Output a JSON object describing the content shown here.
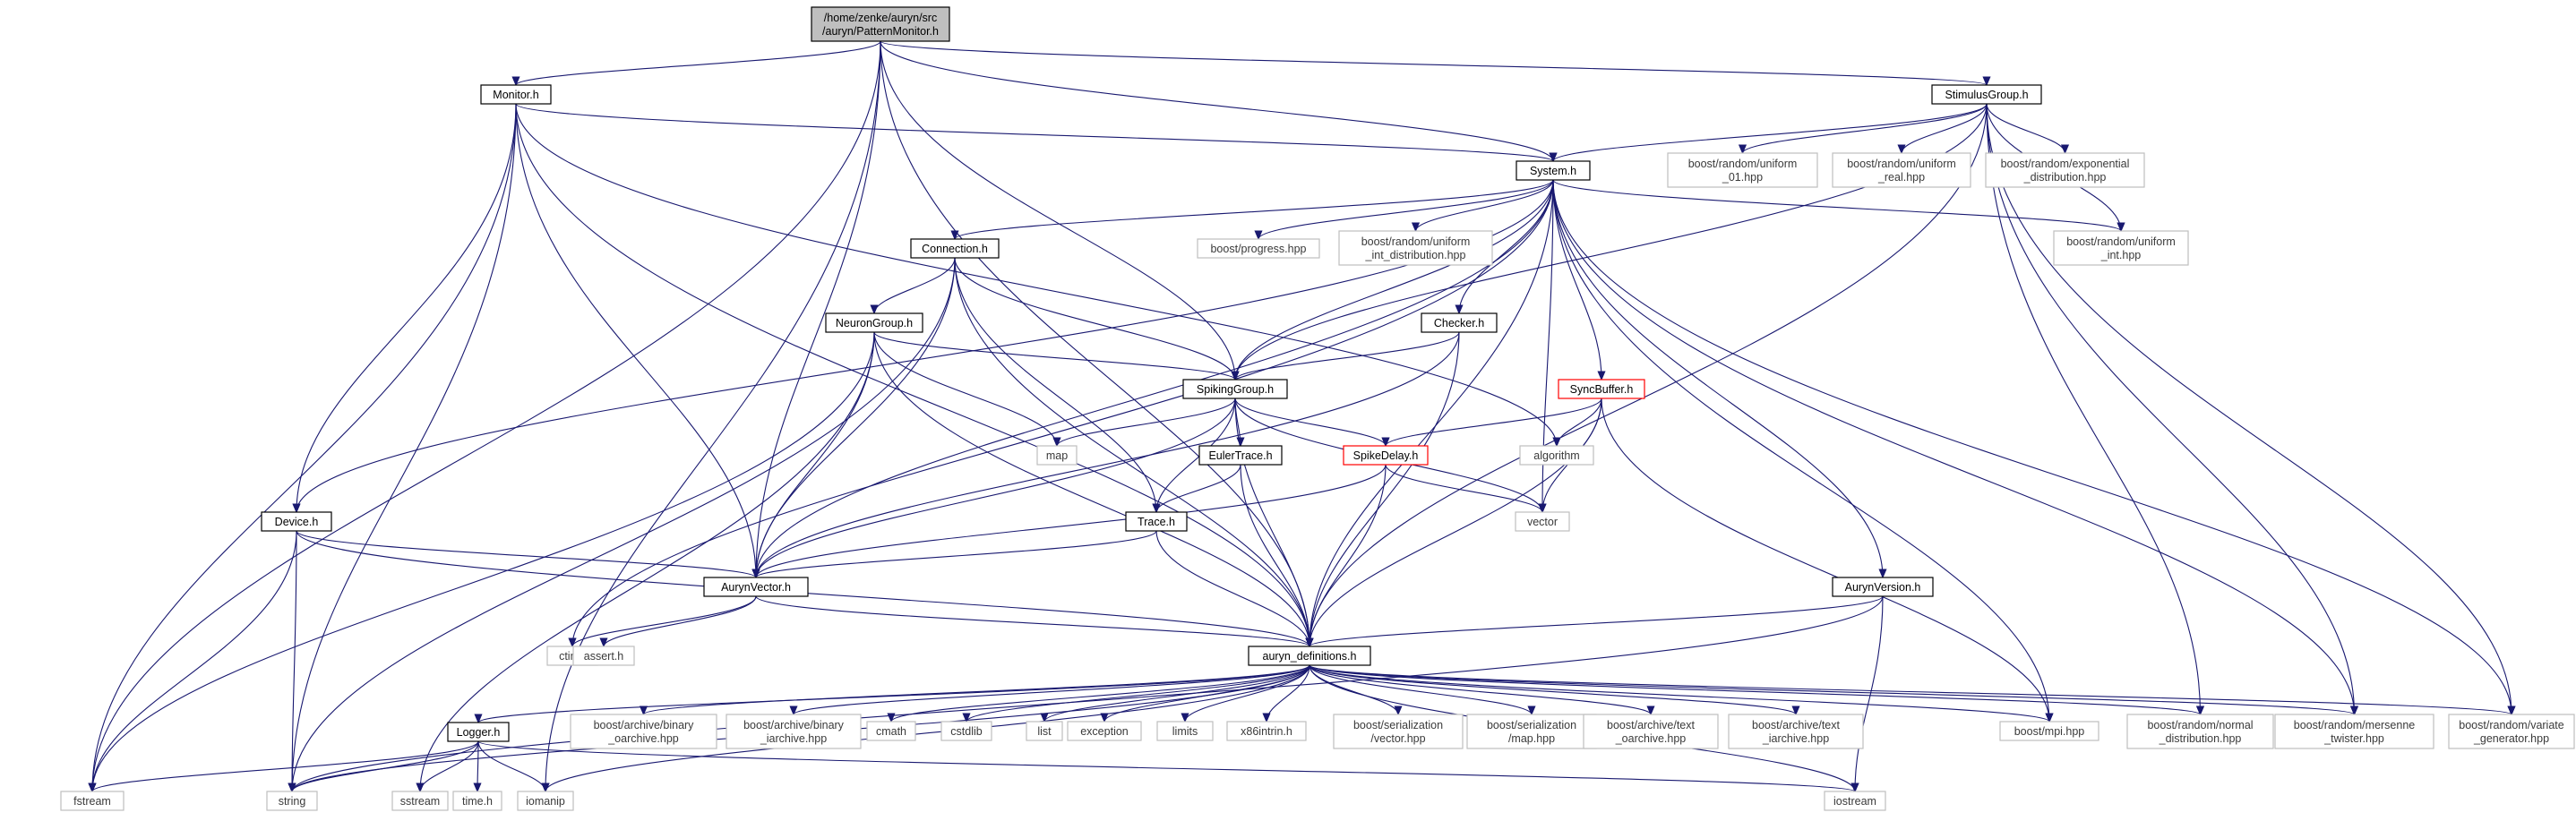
{
  "nodes": [
    {
      "id": "root",
      "label": "/home/zenke/auryn/src\n/auryn/PatternMonitor.h",
      "kind": "root"
    },
    {
      "id": "monitor",
      "label": "Monitor.h",
      "kind": "doc"
    },
    {
      "id": "stimgroup",
      "label": "StimulusGroup.h",
      "kind": "doc"
    },
    {
      "id": "system",
      "label": "System.h",
      "kind": "doc"
    },
    {
      "id": "connection",
      "label": "Connection.h",
      "kind": "doc"
    },
    {
      "id": "neurongroup",
      "label": "NeuronGroup.h",
      "kind": "doc"
    },
    {
      "id": "checker",
      "label": "Checker.h",
      "kind": "doc"
    },
    {
      "id": "spikinggroup",
      "label": "SpikingGroup.h",
      "kind": "doc"
    },
    {
      "id": "synbuffer",
      "label": "SyncBuffer.h",
      "kind": "trunc"
    },
    {
      "id": "eulertrace",
      "label": "EulerTrace.h",
      "kind": "doc"
    },
    {
      "id": "spikedelay",
      "label": "SpikeDelay.h",
      "kind": "trunc"
    },
    {
      "id": "trace",
      "label": "Trace.h",
      "kind": "doc"
    },
    {
      "id": "device",
      "label": "Device.h",
      "kind": "doc"
    },
    {
      "id": "aurynvector",
      "label": "AurynVector.h",
      "kind": "doc"
    },
    {
      "id": "aurynversion",
      "label": "AurynVersion.h",
      "kind": "doc"
    },
    {
      "id": "defs",
      "label": "auryn_definitions.h",
      "kind": "doc"
    },
    {
      "id": "logger",
      "label": "Logger.h",
      "kind": "doc"
    },
    {
      "id": "uniform01",
      "label": "boost/random/uniform\n_01.hpp",
      "kind": "ext"
    },
    {
      "id": "uniformreal",
      "label": "boost/random/uniform\n_real.hpp",
      "kind": "ext"
    },
    {
      "id": "expdist",
      "label": "boost/random/exponential\n_distribution.hpp",
      "kind": "ext"
    },
    {
      "id": "progress",
      "label": "boost/progress.hpp",
      "kind": "ext"
    },
    {
      "id": "uniformintdist",
      "label": "boost/random/uniform\n_int_distribution.hpp",
      "kind": "ext"
    },
    {
      "id": "uniformint",
      "label": "boost/random/uniform\n_int.hpp",
      "kind": "ext"
    },
    {
      "id": "map",
      "label": "map",
      "kind": "ext"
    },
    {
      "id": "algorithm",
      "label": "algorithm",
      "kind": "ext"
    },
    {
      "id": "vector",
      "label": "vector",
      "kind": "ext"
    },
    {
      "id": "ctime",
      "label": "ctime",
      "kind": "ext"
    },
    {
      "id": "asserth",
      "label": "assert.h",
      "kind": "ext"
    },
    {
      "id": "binoarchive",
      "label": "boost/archive/binary\n_oarchive.hpp",
      "kind": "ext"
    },
    {
      "id": "biniarchive",
      "label": "boost/archive/binary\n_iarchive.hpp",
      "kind": "ext"
    },
    {
      "id": "cmath",
      "label": "cmath",
      "kind": "ext"
    },
    {
      "id": "cstdlib",
      "label": "cstdlib",
      "kind": "ext"
    },
    {
      "id": "list",
      "label": "list",
      "kind": "ext"
    },
    {
      "id": "exception",
      "label": "exception",
      "kind": "ext"
    },
    {
      "id": "limits",
      "label": "limits",
      "kind": "ext"
    },
    {
      "id": "x86intrin",
      "label": "x86intrin.h",
      "kind": "ext"
    },
    {
      "id": "serialvector",
      "label": "boost/serialization\n/vector.hpp",
      "kind": "ext"
    },
    {
      "id": "serialmap",
      "label": "boost/serialization\n/map.hpp",
      "kind": "ext"
    },
    {
      "id": "textoarchive",
      "label": "boost/archive/text\n_oarchive.hpp",
      "kind": "ext"
    },
    {
      "id": "textiarchive",
      "label": "boost/archive/text\n_iarchive.hpp",
      "kind": "ext"
    },
    {
      "id": "mpi",
      "label": "boost/mpi.hpp",
      "kind": "ext"
    },
    {
      "id": "normaldist",
      "label": "boost/random/normal\n_distribution.hpp",
      "kind": "ext"
    },
    {
      "id": "mersenne",
      "label": "boost/random/mersenne\n_twister.hpp",
      "kind": "ext"
    },
    {
      "id": "variategen",
      "label": "boost/random/variate\n_generator.hpp",
      "kind": "ext"
    },
    {
      "id": "fstream",
      "label": "fstream",
      "kind": "ext"
    },
    {
      "id": "string",
      "label": "string",
      "kind": "ext"
    },
    {
      "id": "sstream",
      "label": "sstream",
      "kind": "ext"
    },
    {
      "id": "timeh",
      "label": "time.h",
      "kind": "ext"
    },
    {
      "id": "iomanip",
      "label": "iomanip",
      "kind": "ext"
    },
    {
      "id": "iostream",
      "label": "iostream",
      "kind": "ext"
    }
  ],
  "edges": [
    [
      "root",
      "monitor"
    ],
    [
      "root",
      "stimgroup"
    ],
    [
      "root",
      "system"
    ],
    [
      "root",
      "spikinggroup"
    ],
    [
      "root",
      "aurynvector"
    ],
    [
      "root",
      "defs"
    ],
    [
      "root",
      "fstream"
    ],
    [
      "root",
      "iomanip"
    ],
    [
      "monitor",
      "system"
    ],
    [
      "monitor",
      "device"
    ],
    [
      "monitor",
      "aurynvector"
    ],
    [
      "monitor",
      "defs"
    ],
    [
      "monitor",
      "fstream"
    ],
    [
      "monitor",
      "string"
    ],
    [
      "monitor",
      "algorithm"
    ],
    [
      "stimgroup",
      "system"
    ],
    [
      "stimgroup",
      "spikinggroup"
    ],
    [
      "stimgroup",
      "defs"
    ],
    [
      "stimgroup",
      "uniform01"
    ],
    [
      "stimgroup",
      "uniformreal"
    ],
    [
      "stimgroup",
      "expdist"
    ],
    [
      "stimgroup",
      "uniformint"
    ],
    [
      "stimgroup",
      "normaldist"
    ],
    [
      "stimgroup",
      "mersenne"
    ],
    [
      "stimgroup",
      "variategen"
    ],
    [
      "system",
      "connection"
    ],
    [
      "system",
      "checker"
    ],
    [
      "system",
      "spikinggroup"
    ],
    [
      "system",
      "synbuffer"
    ],
    [
      "system",
      "device"
    ],
    [
      "system",
      "aurynvector"
    ],
    [
      "system",
      "aurynversion"
    ],
    [
      "system",
      "defs"
    ],
    [
      "system",
      "progress"
    ],
    [
      "system",
      "uniformintdist"
    ],
    [
      "system",
      "uniformint"
    ],
    [
      "system",
      "vector"
    ],
    [
      "system",
      "mpi"
    ],
    [
      "system",
      "mersenne"
    ],
    [
      "system",
      "variategen"
    ],
    [
      "system",
      "ctime"
    ],
    [
      "connection",
      "neurongroup"
    ],
    [
      "connection",
      "spikinggroup"
    ],
    [
      "connection",
      "trace"
    ],
    [
      "connection",
      "aurynvector"
    ],
    [
      "connection",
      "defs"
    ],
    [
      "connection",
      "string"
    ],
    [
      "neurongroup",
      "spikinggroup"
    ],
    [
      "neurongroup",
      "aurynvector"
    ],
    [
      "neurongroup",
      "defs"
    ],
    [
      "neurongroup",
      "map"
    ],
    [
      "neurongroup",
      "fstream"
    ],
    [
      "neurongroup",
      "sstream"
    ],
    [
      "checker",
      "spikinggroup"
    ],
    [
      "checker",
      "aurynvector"
    ],
    [
      "checker",
      "defs"
    ],
    [
      "spikinggroup",
      "eulertrace"
    ],
    [
      "spikinggroup",
      "spikedelay"
    ],
    [
      "spikinggroup",
      "trace"
    ],
    [
      "spikinggroup",
      "aurynvector"
    ],
    [
      "spikinggroup",
      "defs"
    ],
    [
      "spikinggroup",
      "map"
    ],
    [
      "spikinggroup",
      "vector"
    ],
    [
      "synbuffer",
      "spikedelay"
    ],
    [
      "synbuffer",
      "defs"
    ],
    [
      "synbuffer",
      "algorithm"
    ],
    [
      "synbuffer",
      "vector"
    ],
    [
      "synbuffer",
      "mpi"
    ],
    [
      "eulertrace",
      "trace"
    ],
    [
      "eulertrace",
      "defs"
    ],
    [
      "spikedelay",
      "aurynvector"
    ],
    [
      "spikedelay",
      "defs"
    ],
    [
      "spikedelay",
      "vector"
    ],
    [
      "trace",
      "aurynvector"
    ],
    [
      "trace",
      "defs"
    ],
    [
      "device",
      "aurynvector"
    ],
    [
      "device",
      "defs"
    ],
    [
      "device",
      "fstream"
    ],
    [
      "device",
      "string"
    ],
    [
      "aurynvector",
      "defs"
    ],
    [
      "aurynvector",
      "ctime"
    ],
    [
      "aurynvector",
      "asserth"
    ],
    [
      "aurynversion",
      "defs"
    ],
    [
      "aurynversion",
      "string"
    ],
    [
      "aurynversion",
      "iostream"
    ],
    [
      "defs",
      "logger"
    ],
    [
      "defs",
      "binoarchive"
    ],
    [
      "defs",
      "biniarchive"
    ],
    [
      "defs",
      "cmath"
    ],
    [
      "defs",
      "cstdlib"
    ],
    [
      "defs",
      "list"
    ],
    [
      "defs",
      "exception"
    ],
    [
      "defs",
      "limits"
    ],
    [
      "defs",
      "x86intrin"
    ],
    [
      "defs",
      "serialvector"
    ],
    [
      "defs",
      "serialmap"
    ],
    [
      "defs",
      "textoarchive"
    ],
    [
      "defs",
      "textiarchive"
    ],
    [
      "defs",
      "mpi"
    ],
    [
      "defs",
      "normaldist"
    ],
    [
      "defs",
      "mersenne"
    ],
    [
      "defs",
      "variategen"
    ],
    [
      "defs",
      "iostream"
    ],
    [
      "defs",
      "iomanip"
    ],
    [
      "defs",
      "string"
    ],
    [
      "logger",
      "fstream"
    ],
    [
      "logger",
      "string"
    ],
    [
      "logger",
      "sstream"
    ],
    [
      "logger",
      "timeh"
    ],
    [
      "logger",
      "iomanip"
    ],
    [
      "logger",
      "iostream"
    ]
  ]
}
